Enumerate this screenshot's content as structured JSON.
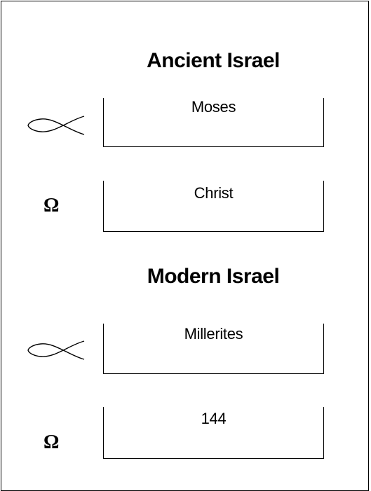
{
  "sections": [
    {
      "title": "Ancient Israel",
      "rows": [
        {
          "symbol": "fish-icon",
          "label": "Moses"
        },
        {
          "symbol": "omega-icon",
          "glyph": "Ω",
          "label": "Christ"
        }
      ]
    },
    {
      "title": "Modern Israel",
      "rows": [
        {
          "symbol": "fish-icon",
          "label": "Millerites"
        },
        {
          "symbol": "omega-icon",
          "glyph": "Ω",
          "label": "144"
        }
      ]
    }
  ]
}
